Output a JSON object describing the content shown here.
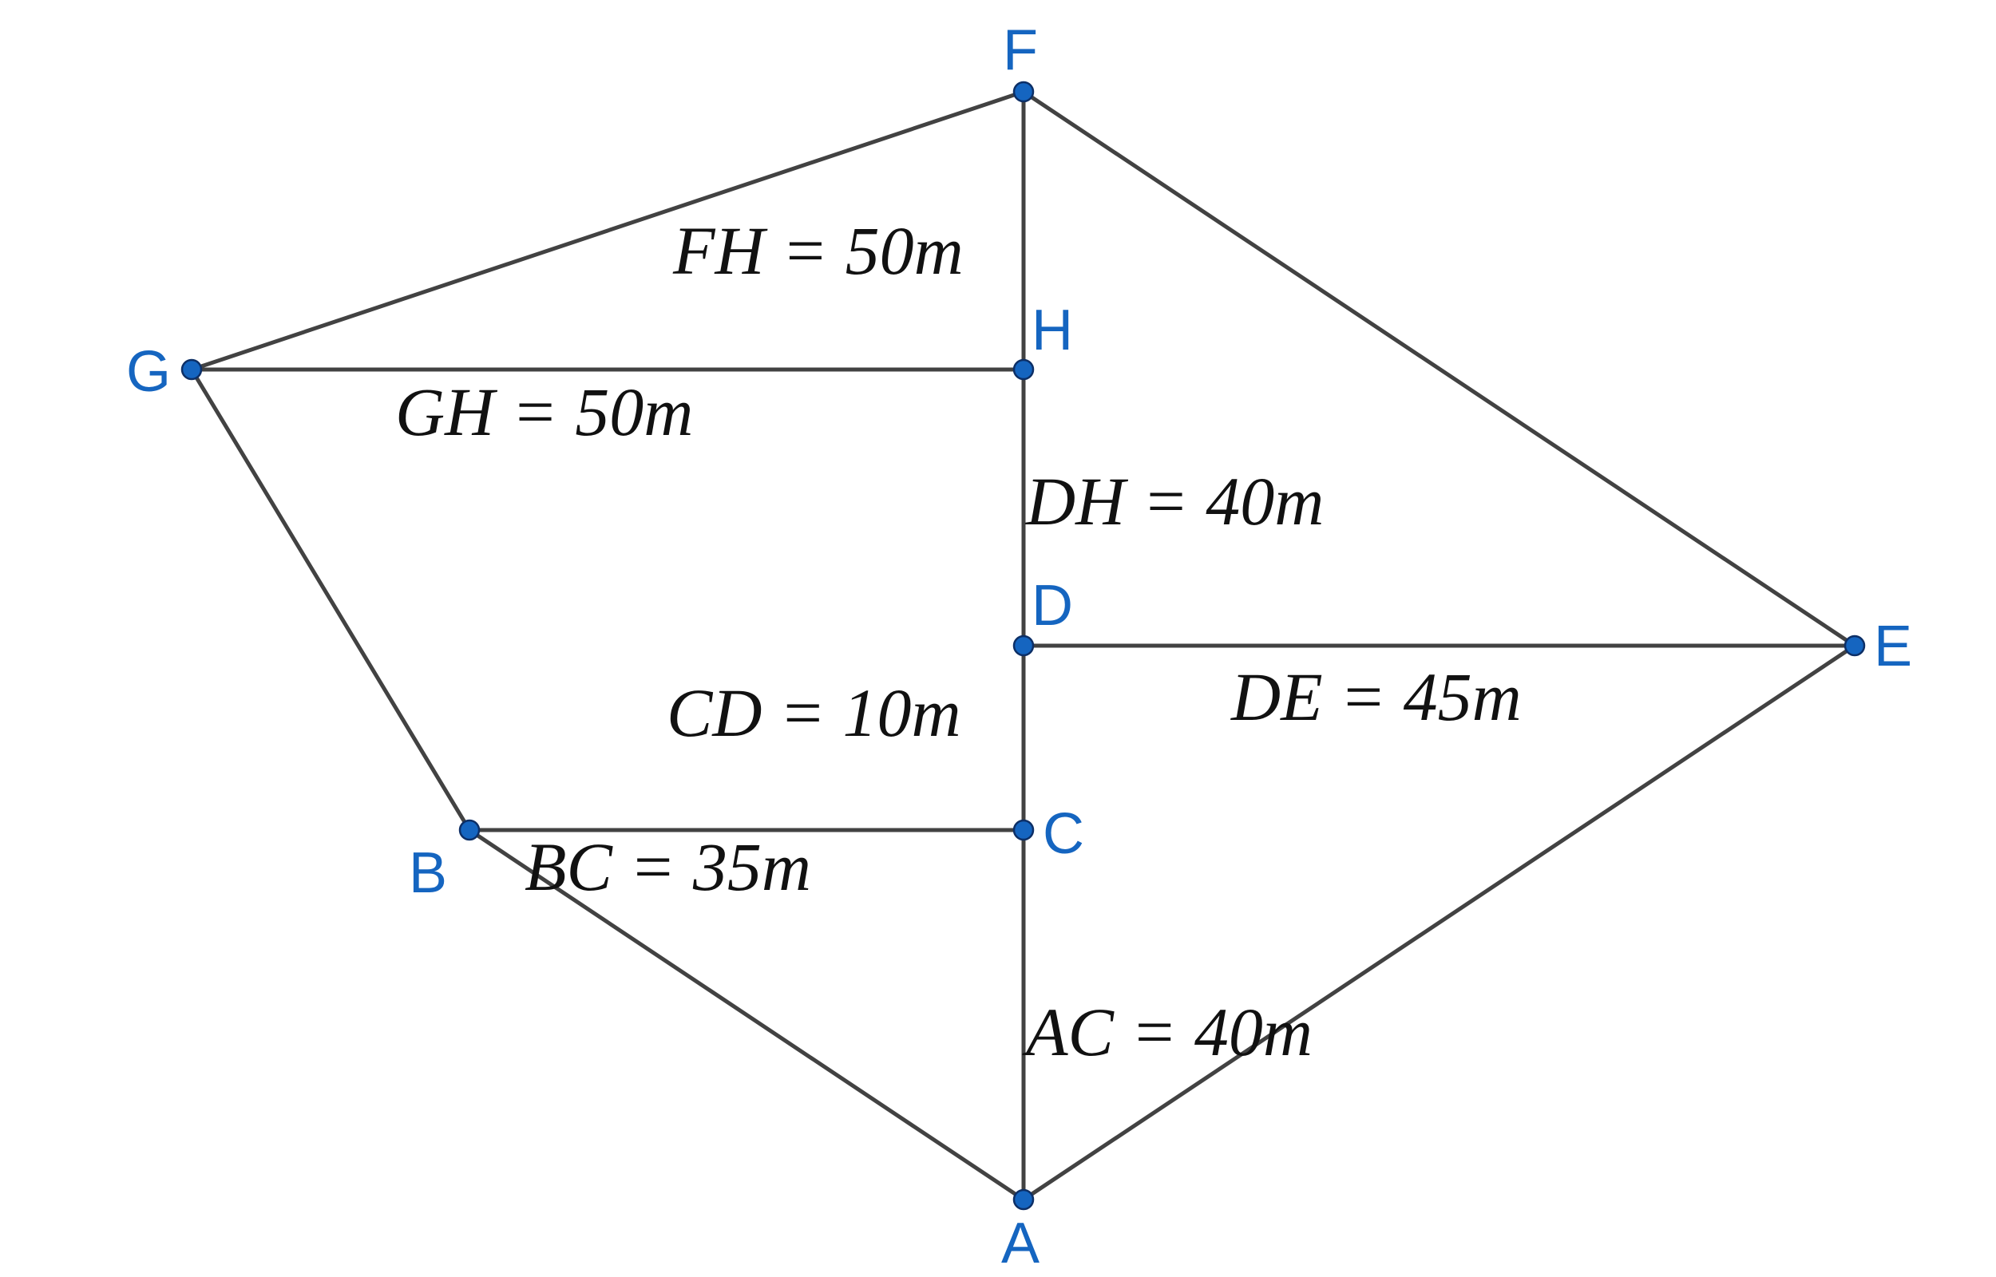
{
  "diagram": {
    "vertices": [
      {
        "id": "F",
        "label": "F"
      },
      {
        "id": "H",
        "label": "H"
      },
      {
        "id": "G",
        "label": "G"
      },
      {
        "id": "D",
        "label": "D"
      },
      {
        "id": "E",
        "label": "E"
      },
      {
        "id": "C",
        "label": "C"
      },
      {
        "id": "B",
        "label": "B"
      },
      {
        "id": "A",
        "label": "A"
      }
    ],
    "segments": [
      {
        "from": "F",
        "to": "G"
      },
      {
        "from": "F",
        "to": "E"
      },
      {
        "from": "F",
        "to": "A"
      },
      {
        "from": "G",
        "to": "H"
      },
      {
        "from": "G",
        "to": "B"
      },
      {
        "from": "D",
        "to": "E"
      },
      {
        "from": "B",
        "to": "C"
      },
      {
        "from": "B",
        "to": "A"
      },
      {
        "from": "E",
        "to": "A"
      }
    ],
    "measurements": [
      {
        "segment": "FH",
        "text": "FH = 50m"
      },
      {
        "segment": "GH",
        "text": "GH = 50m"
      },
      {
        "segment": "DH",
        "text": "DH = 40m"
      },
      {
        "segment": "DE",
        "text": "DE = 45m"
      },
      {
        "segment": "CD",
        "text": "CD = 10m"
      },
      {
        "segment": "BC",
        "text": "BC = 35m"
      },
      {
        "segment": "AC",
        "text": "AC = 40m"
      }
    ],
    "colors": {
      "point": "#1565c0",
      "line": "#424242",
      "text": "#111111"
    }
  }
}
